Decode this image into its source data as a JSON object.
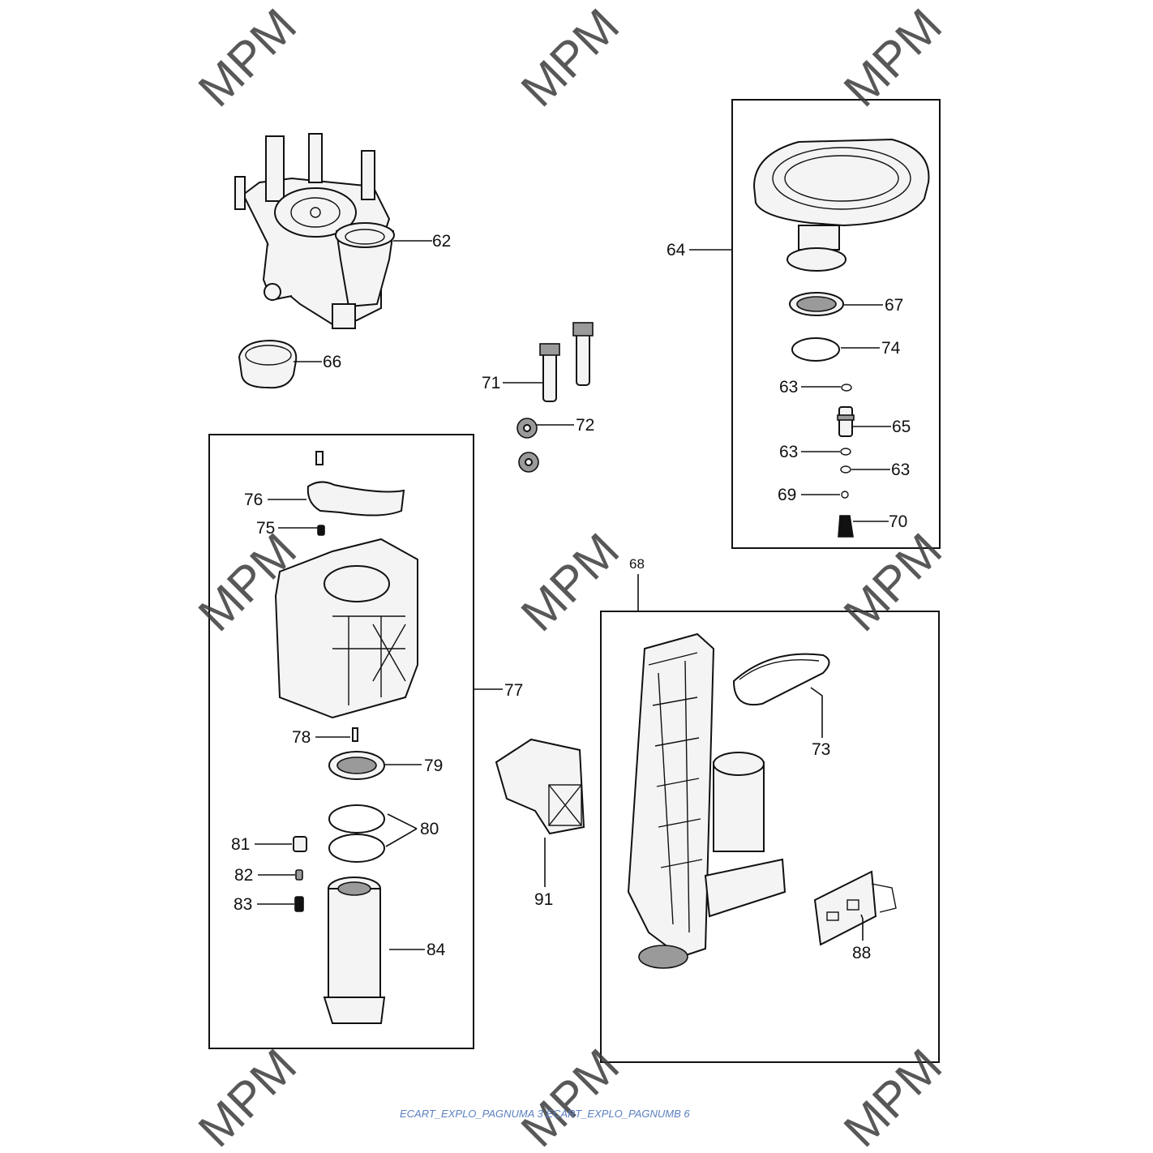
{
  "watermark": "MPM",
  "footer": "ECART_EXPLO_PAGNUMA 3 ECART_EXPLO_PAGNUMB 6",
  "callouts": {
    "c62": "62",
    "c64": "64",
    "c66": "66",
    "c67": "67",
    "c74": "74",
    "c63a": "63",
    "c63b": "63",
    "c63c": "63",
    "c65": "65",
    "c69": "69",
    "c70": "70",
    "c71": "71",
    "c72": "72",
    "c68": "68",
    "c73": "73",
    "c88": "88",
    "c91": "91",
    "c76": "76",
    "c75": "75",
    "c77": "77",
    "c78": "78",
    "c79": "79",
    "c80": "80",
    "c81": "81",
    "c82": "82",
    "c83": "83",
    "c84": "84"
  }
}
